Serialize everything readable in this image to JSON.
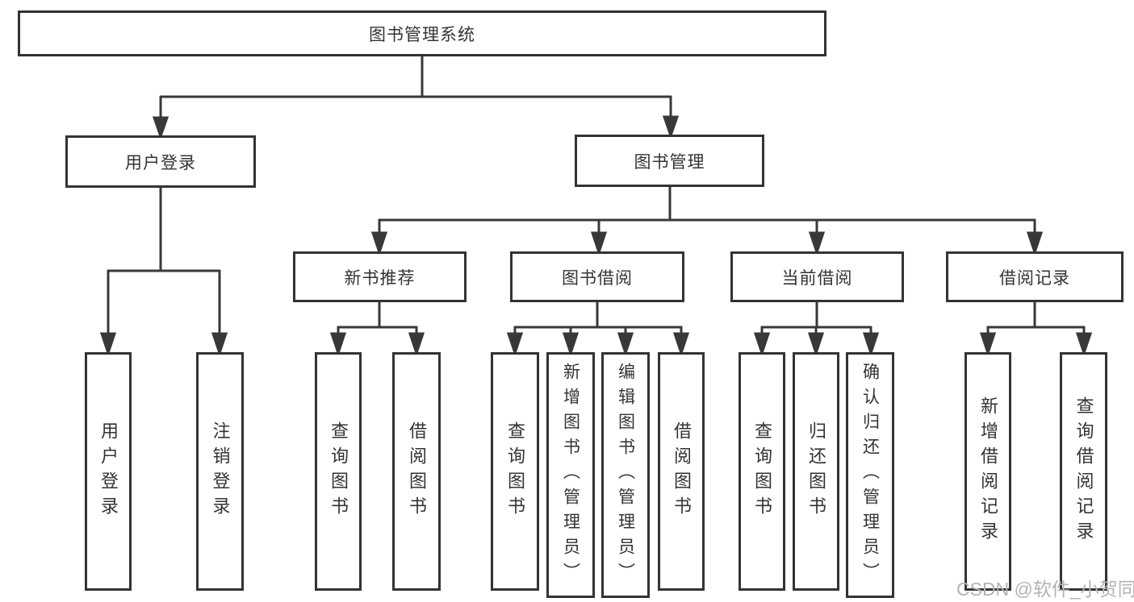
{
  "diagram": {
    "title": "图书管理系统",
    "root": {
      "label": "图书管理系统"
    },
    "level2": {
      "user_login": {
        "label": "用户登录"
      },
      "book_management": {
        "label": "图书管理"
      }
    },
    "level3": {
      "new_book_recommend": {
        "label": "新书推荐"
      },
      "book_borrowing": {
        "label": "图书借阅"
      },
      "current_borrowing": {
        "label": "当前借阅"
      },
      "borrowing_records": {
        "label": "借阅记录"
      }
    },
    "leaves": {
      "user_login": {
        "label": "用户登录"
      },
      "logout": {
        "label": "注销登录"
      },
      "nb_query_books": {
        "label": "查询图书"
      },
      "nb_borrow_books": {
        "label": "借阅图书"
      },
      "bb_query_books": {
        "label": "查询图书"
      },
      "bb_add_books_admin": {
        "label": "新增图书（管理员）"
      },
      "bb_edit_books_admin": {
        "label": "编辑图书（管理员）"
      },
      "bb_borrow_books": {
        "label": "借阅图书"
      },
      "cb_query_books": {
        "label": "查询图书"
      },
      "cb_return_books": {
        "label": "归还图书"
      },
      "cb_confirm_return_admin": {
        "label": "确认归还（管理员）"
      },
      "br_add_record": {
        "label": "新增借阅记录"
      },
      "br_query_record": {
        "label": "查询借阅记录"
      }
    }
  },
  "watermark": {
    "text": "CSDN @软件_小贺同学"
  },
  "colors": {
    "box_border": "#333333",
    "connector": "#383838",
    "text": "#333333",
    "watermark": "#b3b3b3",
    "background": "#ffffff"
  }
}
